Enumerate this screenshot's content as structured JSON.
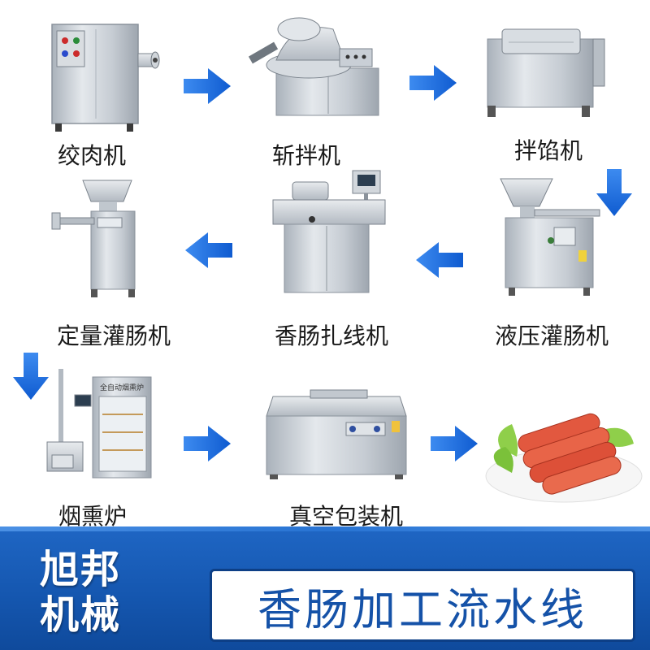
{
  "steps": [
    {
      "label": "绞肉机",
      "icon": "meat-grinder-machine"
    },
    {
      "label": "斩拌机",
      "icon": "bowl-chopper-machine"
    },
    {
      "label": "拌馅机",
      "icon": "filling-mixer-machine"
    },
    {
      "label": "液压灌肠机",
      "icon": "hydraulic-sausage-filler-machine"
    },
    {
      "label": "香肠扎线机",
      "icon": "sausage-tying-machine"
    },
    {
      "label": "定量灌肠机",
      "icon": "quantitative-sausage-filler-machine"
    },
    {
      "label": "烟熏炉",
      "icon": "smokehouse-oven"
    },
    {
      "label": "真空包装机",
      "icon": "vacuum-packaging-machine"
    }
  ],
  "smokehouse_panel_text": "全自动烟熏炉",
  "product_icon": "sausage-plate-image",
  "banner": {
    "brand_line1": "旭邦",
    "brand_line2": "机械",
    "title": "香肠加工流水线"
  },
  "colors": {
    "arrow": "#1565d8",
    "banner": "#1a5fbf",
    "title_text": "#1552a8",
    "steel": "#c9cfd6"
  }
}
